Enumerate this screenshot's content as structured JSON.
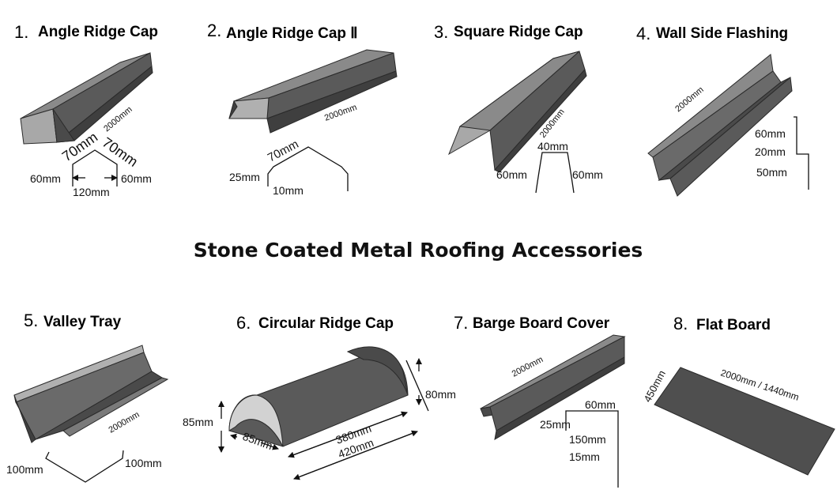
{
  "title": "Stone Coated Metal Roofing Accessories",
  "colors": {
    "metal_dark": "#545454",
    "metal_mid": "#6a6a6a",
    "metal_light": "#8a8a8a",
    "edge": "#2a2a2a",
    "text": "#111111"
  },
  "items": [
    {
      "num": "1.",
      "name": "Angle Ridge Cap",
      "dims": {
        "length": "2000mm",
        "top_left": "70mm",
        "top_right": "70mm",
        "left": "60mm",
        "right": "60mm",
        "width": "120mm"
      }
    },
    {
      "num": "2.",
      "name": "Angle Ridge Cap Ⅱ",
      "dims": {
        "length": "2000mm",
        "top": "70mm",
        "side": "25mm",
        "bottom": "10mm"
      }
    },
    {
      "num": "3.",
      "name": "Square Ridge Cap",
      "dims": {
        "length": "2000mm",
        "top": "40mm",
        "left": "60mm",
        "right": "60mm"
      }
    },
    {
      "num": "4.",
      "name": "Wall Side Flashing",
      "dims": {
        "length": "2000mm",
        "a": "60mm",
        "b": "20mm",
        "c": "50mm"
      }
    },
    {
      "num": "5.",
      "name": "Valley Tray",
      "dims": {
        "length": "2000mm",
        "left": "100mm",
        "right": "100mm"
      }
    },
    {
      "num": "6.",
      "name": "Circular Ridge Cap",
      "dims": {
        "height": "85mm",
        "width": "85mm",
        "inner": "380mm",
        "outer": "420mm",
        "end": "80mm"
      }
    },
    {
      "num": "7.",
      "name": "Barge Board Cover",
      "dims": {
        "length": "2000mm",
        "top": "60mm",
        "a": "25mm",
        "b": "150mm",
        "c": "15mm"
      }
    },
    {
      "num": "8.",
      "name": "Flat Board",
      "dims": {
        "length": "2000mm / 1440mm",
        "width": "450mm"
      }
    }
  ]
}
